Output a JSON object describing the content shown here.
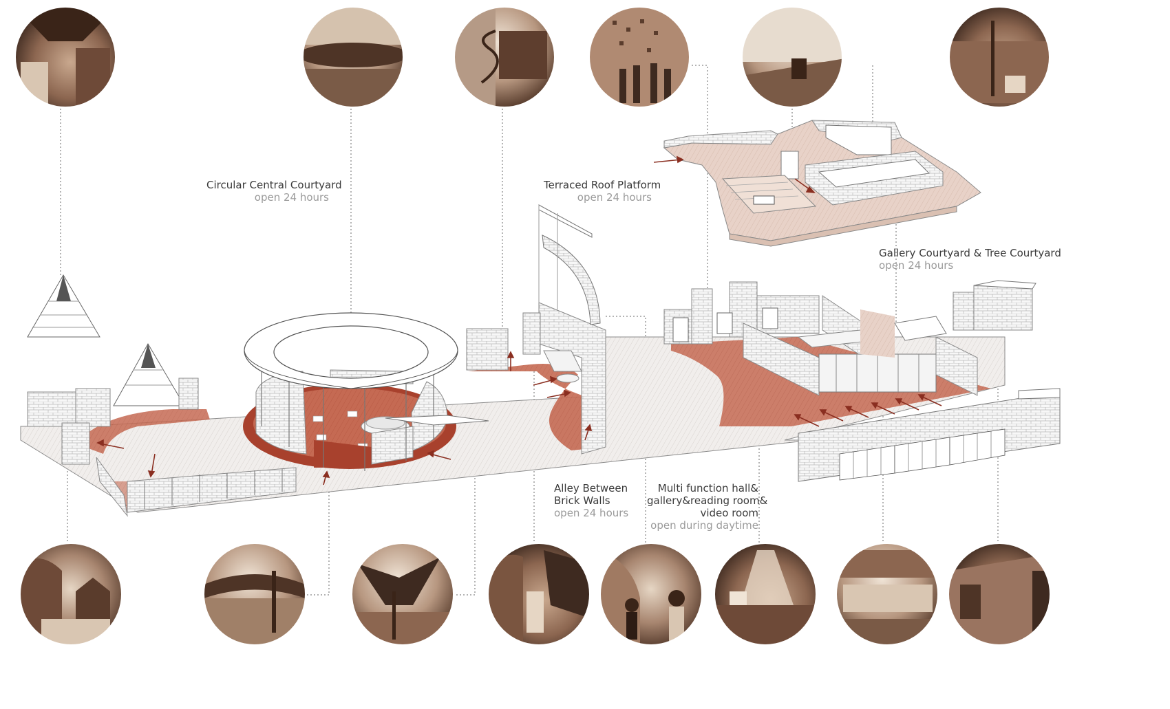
{
  "labels": {
    "circular": {
      "title": "Circular Central Courtyard",
      "hours": "open 24 hours"
    },
    "terraced": {
      "title": "Terraced Roof Platform",
      "hours": "open 24 hours"
    },
    "gallery": {
      "title": "Gallery Courtyard & Tree Courtyard",
      "hours": "open 24 hours"
    },
    "alley": {
      "line1": "Alley Between",
      "line2": "Brick Walls",
      "hours": "open 24 hours"
    },
    "multi": {
      "line1": "Multi function hall&",
      "line2": "gallery&reading room&",
      "line3": "video room",
      "hours": "open during daytime"
    }
  },
  "photos": {
    "top": [
      "interior-roof-photo",
      "curved-roof-photo",
      "spiral-stair-photo",
      "brick-wall-visitors-photo",
      "roof-path-photo",
      "tree-courtyard-photo"
    ],
    "bottom": [
      "brick-courtyard-photo",
      "circular-courtyard-photo",
      "pyramid-roof-photo",
      "alley-walls-photo",
      "children-alley-photo",
      "hall-skylight-photo",
      "reading-room-photo",
      "gallery-exterior-photo"
    ]
  },
  "colors": {
    "accent": "#c0604a",
    "accent_light": "#e0a090",
    "line": "#5a5a5a",
    "sepia_dark": "#5a4030",
    "sepia_light": "#d8c4b0"
  }
}
